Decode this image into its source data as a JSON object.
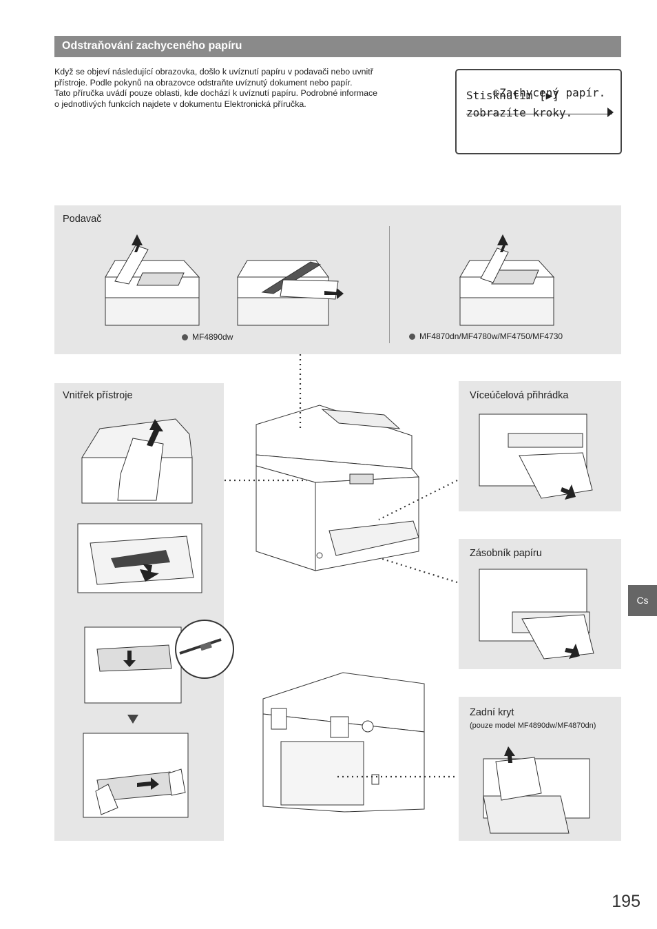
{
  "section_title": "Odstraňování zachyceného papíru",
  "intro": {
    "line1": "Když se objeví následující obrazovka, došlo k uvíznutí papíru v podavači nebo uvnitř",
    "line2": "přístroje. Podle pokynů na obrazovce odstraňte uvíznutý dokument nebo papír.",
    "line3": "Tato příručka uvádí pouze oblasti, kde dochází k uvíznutí papíru. Podrobné informace",
    "line4": "o jednotlivých funkcích najdete v dokumentu Elektronická příručka."
  },
  "lcd": {
    "line1_icon": "paper-jam-icon",
    "line1": "Zachycený papír.",
    "line2": "Stisknutím [▶]",
    "line3": "zobrazíte kroky."
  },
  "feeder": {
    "label": "Podavač",
    "model_left": "MF4890dw",
    "model_right": "MF4870dn/MF4780w/MF4750/MF4730"
  },
  "inside": {
    "label": "Vnitřek přístroje"
  },
  "multipurpose": {
    "label": "Víceúčelová přihrádka"
  },
  "drawer": {
    "label": "Zásobník papíru"
  },
  "rear": {
    "label": "Zadní kryt",
    "note": "(pouze model MF4890dw/MF4870dn)"
  },
  "lang_tab": "Cs",
  "page_number": "195",
  "colors": {
    "title_bar": "#8a8a8a",
    "panel": "#e6e6e6",
    "tab": "#666666"
  }
}
